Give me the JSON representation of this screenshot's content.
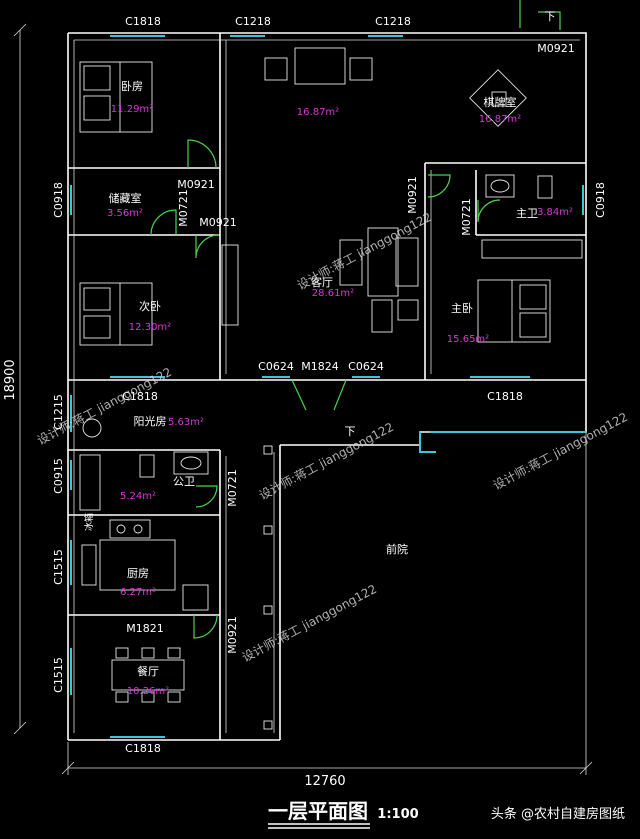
{
  "drawing": {
    "title": "一层平面图",
    "scale": "1:100",
    "source": "头条 @农村自建房图纸",
    "watermark": "设计师:蒋工 jianggong122"
  },
  "dimensions": {
    "overall_width": "12760",
    "overall_depth": "18900"
  },
  "rooms": [
    {
      "key": "bedroom_nw",
      "name": "卧房",
      "area": "11.29m²"
    },
    {
      "key": "storage",
      "name": "储藏室",
      "area": "3.56m²"
    },
    {
      "key": "bedroom_w",
      "name": "次卧",
      "area": "12.30m²"
    },
    {
      "key": "sunroom",
      "name": "阳光房",
      "area": "5.63m²"
    },
    {
      "key": "bath_public",
      "name": "公卫",
      "area": "5.24m²"
    },
    {
      "key": "kitchen",
      "name": "厨房",
      "area": "6.27m²"
    },
    {
      "key": "dining",
      "name": "餐厅",
      "area": "10.26m²"
    },
    {
      "key": "hall_top",
      "name": "",
      "area": "16.87m²"
    },
    {
      "key": "chess",
      "name": "棋牌室",
      "area": "16.87m²"
    },
    {
      "key": "living",
      "name": "客厅",
      "area": "28.61m²"
    },
    {
      "key": "master",
      "name": "主卧",
      "area": "15.65m²"
    },
    {
      "key": "bath_master",
      "name": "主卫",
      "area": "3.84m²"
    },
    {
      "key": "yard",
      "name": "前院",
      "area": ""
    },
    {
      "key": "fridge",
      "name": "冰箱",
      "area": ""
    }
  ],
  "openings": {
    "c1818_top_left": "C1818",
    "c1218_top_a": "C1218",
    "c1218_top_b": "C1218",
    "m0921_top_right": "M0921",
    "m0921_bed1": "M0921",
    "m0721_storage": "M0721",
    "c0918_left": "C0918",
    "m0921_bed2": "M0921",
    "m0921_living": "M0921",
    "m0721_bath": "M0721",
    "c0918_right": "C0918",
    "c0624_a": "C0624",
    "m1824": "M1824",
    "c0624_b": "C0624",
    "c1818_bed2": "C1818",
    "c1818_master": "C1818",
    "c1215": "C1215",
    "c0915": "C0915",
    "m0721_pub": "M0721",
    "c1515_kitchen": "C1515",
    "m1821": "M1821",
    "m0921_dining": "M0921",
    "c1515_dining": "C1515",
    "c1818_bottom": "C1818"
  },
  "stair_marks": {
    "down_a": "下",
    "down_b": "下"
  }
}
